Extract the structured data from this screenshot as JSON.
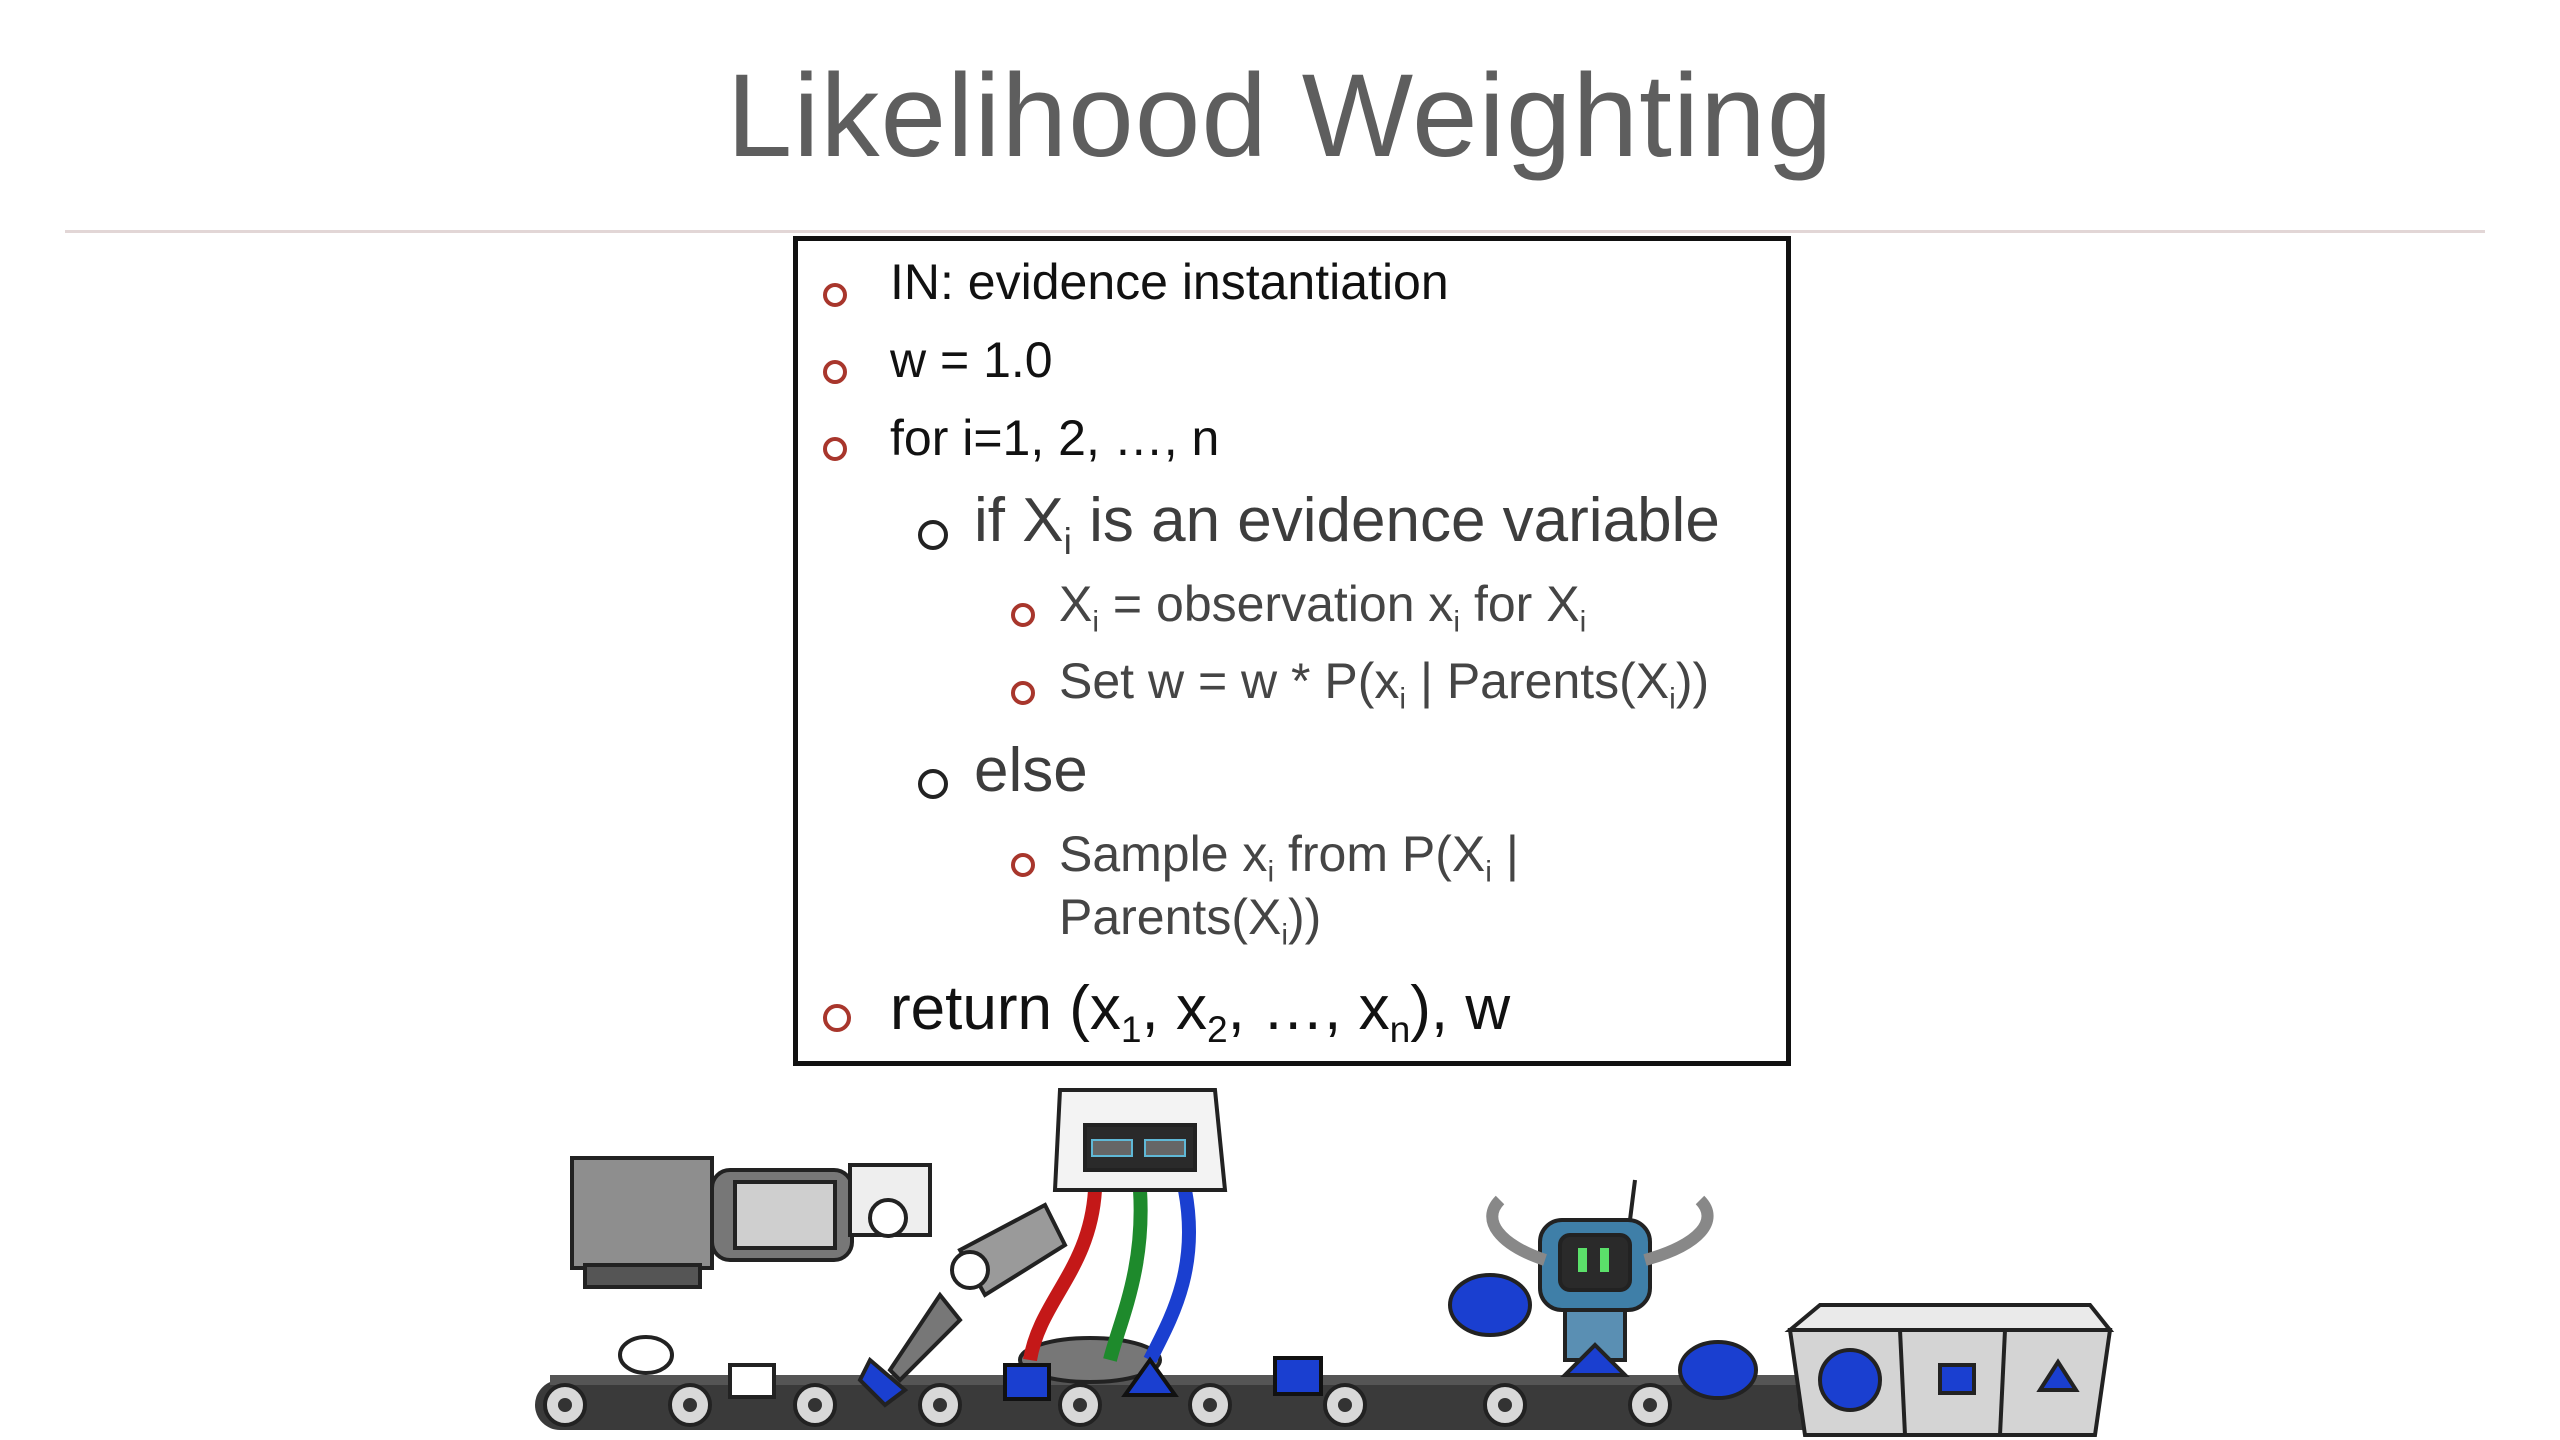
{
  "slide": {
    "title": "Likelihood Weighting"
  },
  "algorithm": {
    "in_line": "IN: evidence instantiation",
    "w_init": "w = 1.0",
    "for_loop": "for i=1, 2, …, n",
    "if_prefix": "if X",
    "if_sub": "i",
    "if_suffix": " is an evidence variable",
    "obs_a": "X",
    "obs_sub1": "i",
    "obs_b": " = observation x",
    "obs_sub2": "i",
    "obs_c": " for X",
    "obs_sub3": "i",
    "set_a": "Set w = w * P(x",
    "set_sub1": "i",
    "set_b": " | Parents(X",
    "set_sub2": "i",
    "set_c": "))",
    "else_label": "else",
    "sample_a": "Sample x",
    "sample_sub1": "i",
    "sample_b": " from P(X",
    "sample_sub2": "i",
    "sample_c": " |",
    "sample2_a": "Parents(X",
    "sample2_sub": "i",
    "sample2_b": "))",
    "return_a": "return (x",
    "return_sub1": "1",
    "return_b": ", x",
    "return_sub2": "2",
    "return_c": ", …, x",
    "return_sub3": "n",
    "return_d": "), w"
  },
  "colors": {
    "bullet_red": "#a8362c",
    "title_gray": "#5e5e5e",
    "belt_dark": "#3a3a3a",
    "item_blue": "#1a3fd0"
  },
  "illustration": {
    "icons": [
      "robot-factory-conveyor-illustration"
    ]
  }
}
